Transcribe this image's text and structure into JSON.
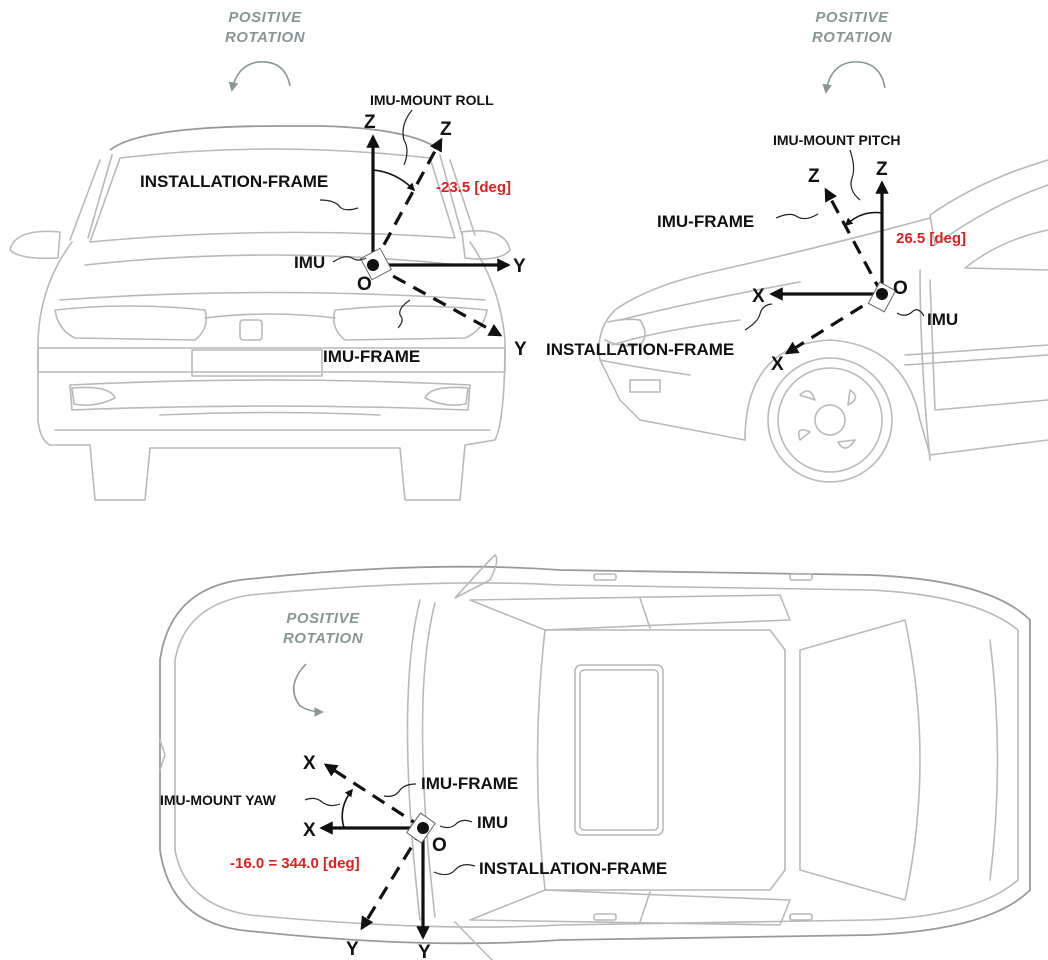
{
  "colors": {
    "angle": "#e02020",
    "rotation": "#8a9595",
    "axes": "#111111",
    "car_outline": "#b9b9b9"
  },
  "roll_view": {
    "positive_rotation": [
      "POSITIVE",
      "ROTATION"
    ],
    "mount_label": "IMU-MOUNT ROLL",
    "angle_value": "-23.5 [deg]",
    "installation_frame": "INSTALLATION-FRAME",
    "imu_frame": "IMU-FRAME",
    "imu": "IMU",
    "origin": "O",
    "axes": {
      "z": "Z",
      "z_imu": "Z",
      "y": "Y",
      "y_imu": "Y"
    }
  },
  "pitch_view": {
    "positive_rotation": [
      "POSITIVE",
      "ROTATION"
    ],
    "mount_label": "IMU-MOUNT PITCH",
    "angle_value": "26.5 [deg]",
    "installation_frame": "INSTALLATION-FRAME",
    "imu_frame": "IMU-FRAME",
    "imu": "IMU",
    "origin": "O",
    "axes": {
      "z": "Z",
      "z_imu": "Z",
      "x": "X",
      "x_imu": "X"
    }
  },
  "yaw_view": {
    "positive_rotation": [
      "POSITIVE",
      "ROTATION"
    ],
    "mount_label": "IMU-MOUNT YAW",
    "angle_value": "-16.0 = 344.0 [deg]",
    "installation_frame": "INSTALLATION-FRAME",
    "imu_frame": "IMU-FRAME",
    "imu": "IMU",
    "origin": "O",
    "axes": {
      "x": "X",
      "x_imu": "X",
      "y": "Y",
      "y_imu": "Y"
    }
  }
}
